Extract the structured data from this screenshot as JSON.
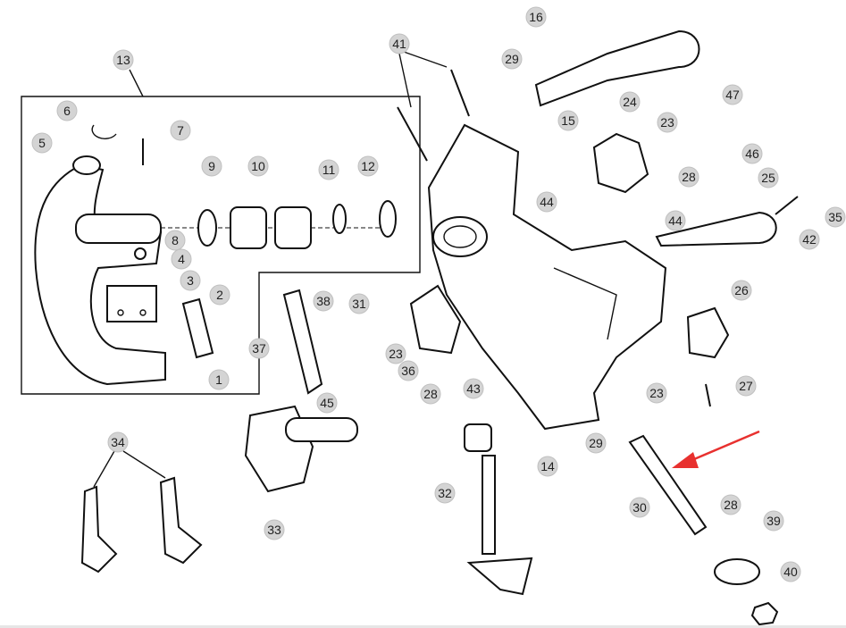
{
  "diagram": {
    "title": "Exploded parts diagram",
    "callouts": [
      "13",
      "6",
      "7",
      "5",
      "9",
      "10",
      "11",
      "12",
      "8",
      "4",
      "3",
      "2",
      "1",
      "37",
      "38",
      "31",
      "23",
      "36",
      "45",
      "28",
      "43",
      "32",
      "33",
      "34",
      "41",
      "29",
      "16",
      "15",
      "24",
      "23",
      "47",
      "46",
      "28",
      "44",
      "44",
      "25",
      "35",
      "42",
      "26",
      "27",
      "23",
      "29",
      "14",
      "30",
      "28",
      "39",
      "40"
    ],
    "highlight_arrow_color": "#e8312f",
    "callout_fill": "#d4d4d4"
  }
}
